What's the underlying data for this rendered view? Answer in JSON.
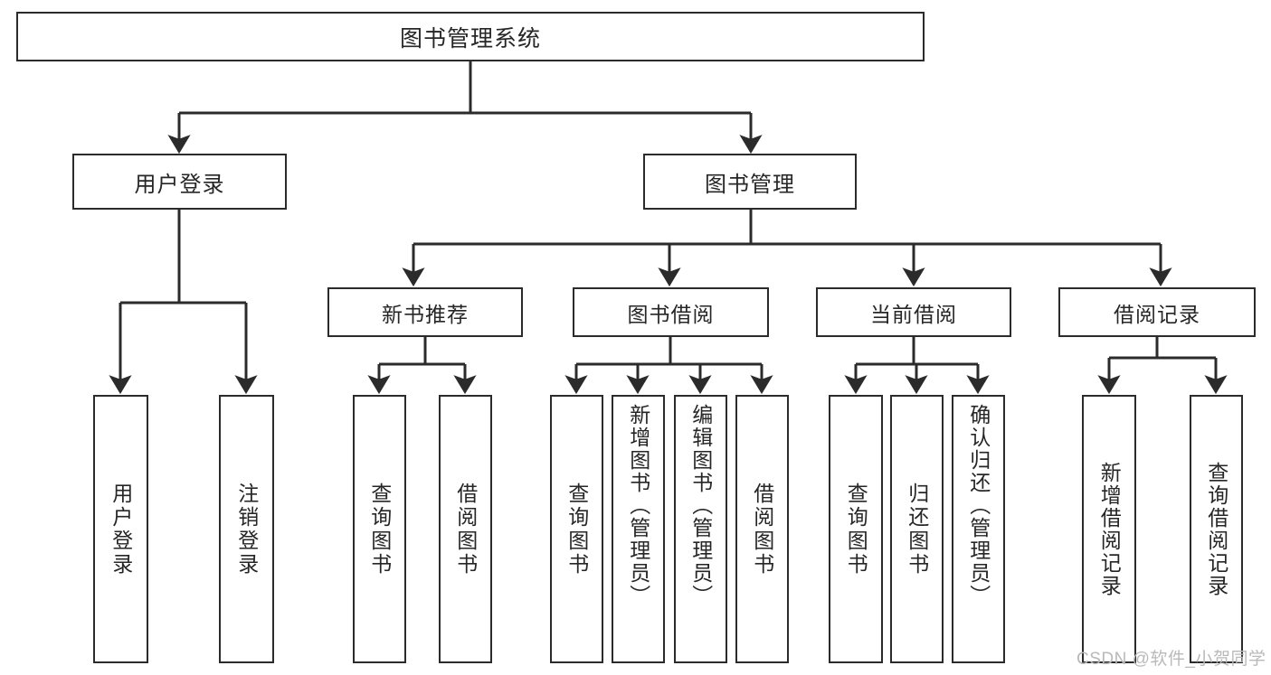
{
  "diagram": {
    "type": "tree",
    "title": "图书管理系统",
    "orientation": "top-down",
    "line_color": "#2b2b2b",
    "box_fill": "#ffffff",
    "text_color": "#262626"
  },
  "root": {
    "label": "图书管理系统"
  },
  "level1": [
    {
      "label": "用户登录"
    },
    {
      "label": "图书管理"
    }
  ],
  "level2": [
    {
      "label": "新书推荐"
    },
    {
      "label": "图书借阅"
    },
    {
      "label": "当前借阅"
    },
    {
      "label": "借阅记录"
    }
  ],
  "leaves": {
    "user_login": [
      {
        "label": "用户登录"
      },
      {
        "label": "注销登录"
      }
    ],
    "new_book_recommend": [
      {
        "label": "查询图书"
      },
      {
        "label": "借阅图书"
      }
    ],
    "book_borrow": [
      {
        "label": "查询图书"
      },
      {
        "label": "新增图书（管理员）"
      },
      {
        "label": "编辑图书（管理员）"
      },
      {
        "label": "借阅图书"
      }
    ],
    "current_borrow": [
      {
        "label": "查询图书"
      },
      {
        "label": "归还图书"
      },
      {
        "label": "确认归还（管理员）"
      }
    ],
    "borrow_record": [
      {
        "label": "新增借阅记录"
      },
      {
        "label": "查询借阅记录"
      }
    ]
  },
  "watermark": {
    "text": "CSDN @软件_小贺同学",
    "color": "#b9b9b9"
  }
}
